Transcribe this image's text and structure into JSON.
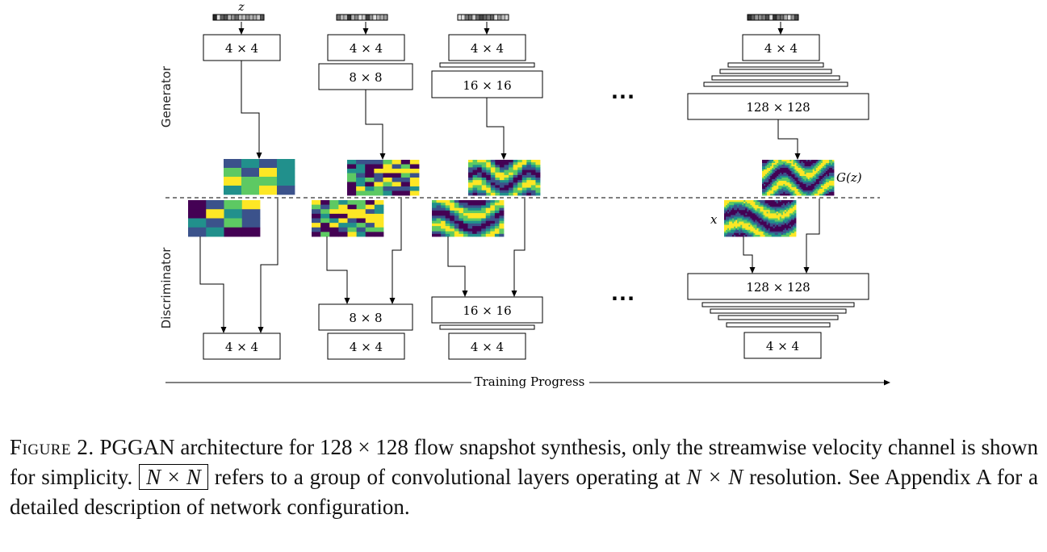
{
  "labels": {
    "generator": "Generator",
    "discriminator": "Discriminator",
    "training_progress": "Training Progress",
    "z": "z",
    "gz": "G(z)",
    "x": "x",
    "ellipsis": "..."
  },
  "generator_stages": [
    {
      "top": "4 × 4",
      "mid": "",
      "big": ""
    },
    {
      "top": "4 × 4",
      "mid": "8 × 8",
      "big": ""
    },
    {
      "top": "4 × 4",
      "mid": "16 × 16",
      "big": ""
    },
    {
      "top": "4 × 4",
      "mid": "",
      "big": "128 × 128"
    }
  ],
  "discriminator_stages": [
    {
      "bottom": "4 × 4",
      "mid": "",
      "big": ""
    },
    {
      "bottom": "4 × 4",
      "mid": "8 × 8",
      "big": ""
    },
    {
      "bottom": "4 × 4",
      "mid": "16 × 16",
      "big": ""
    },
    {
      "bottom": "4 × 4",
      "mid": "",
      "big": "128 × 128"
    }
  ],
  "colormap": [
    "#440154",
    "#3b528b",
    "#21908c",
    "#5dc963",
    "#fde725"
  ],
  "caption": {
    "figure": "Figure 2.",
    "text1": "PGGAN architecture for 128 × 128 flow snapshot synthesis, only the streamwise velocity channel is shown for simplicity.",
    "box": "N × N",
    "text2": "refers to a group of convolutional layers operating at",
    "res": "N × N",
    "text3": "resolution. See Appendix A for a detailed description of network configuration."
  }
}
